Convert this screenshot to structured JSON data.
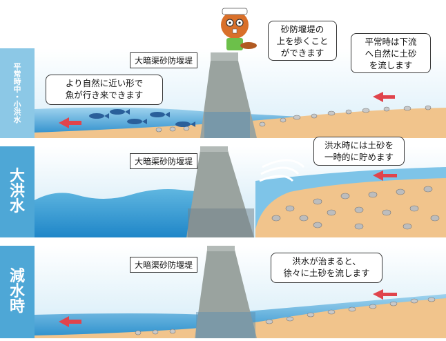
{
  "panels": [
    {
      "id": "normal",
      "side_label": [
        "平",
        "常",
        "時",
        "中",
        "・",
        "小",
        "洪",
        "水"
      ],
      "dam_label": "大暗渠砂防堰堤",
      "callouts": [
        "砂防堰堤の\n上を歩くこと\nができます",
        "平常時は下流\nへ自然に土砂\nを流します",
        "より自然に近い形で\n魚が行き来できます"
      ]
    },
    {
      "id": "flood",
      "side_label": [
        "大",
        "洪",
        "水"
      ],
      "dam_label": "大暗渠砂防堰堤",
      "callouts": [
        "洪水時には土砂を\n一時的に貯めます"
      ]
    },
    {
      "id": "receding",
      "side_label": [
        "減",
        "水",
        "時"
      ],
      "dam_label": "大暗渠砂防堰堤",
      "callouts": [
        "洪水が治まると、\n徐々に土砂を流します"
      ]
    }
  ],
  "colors": {
    "water_light": "#bfe3f3",
    "water_mid": "#5fb6e0",
    "water_deep": "#1f86c8",
    "sand": "#f1c48c",
    "dam": "#9aa39f",
    "arrow": "#e0444c",
    "side_band": "#4ea7d6"
  },
  "icons": [
    "beaver-mascot-icon",
    "fish-icon",
    "flow-arrow-icon",
    "swirl-icon",
    "stone-icon"
  ]
}
